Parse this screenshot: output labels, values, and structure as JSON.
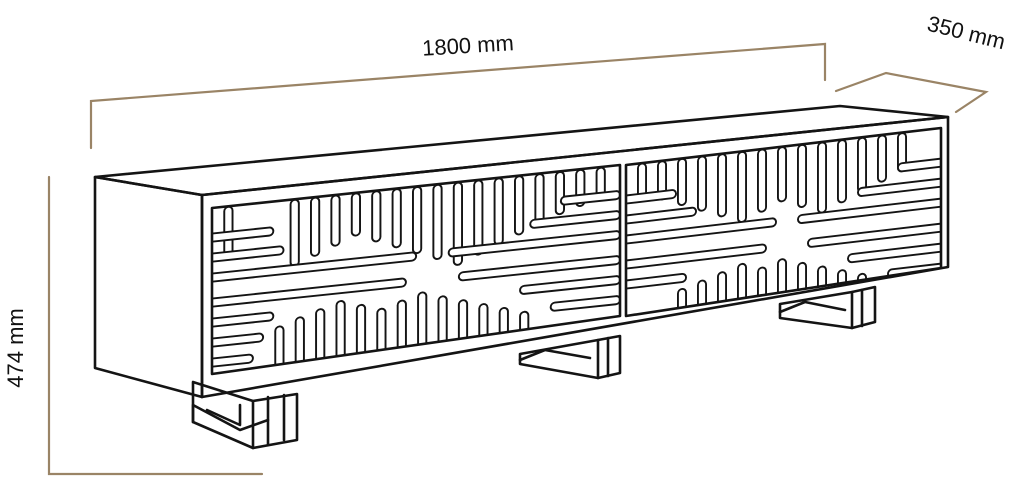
{
  "dimensions": {
    "width_label": "1800 mm",
    "depth_label": "350 mm",
    "height_label": "474 mm"
  },
  "colors": {
    "outline": "#141414",
    "dimension_lines": "#9a8466",
    "background": "#ffffff"
  }
}
